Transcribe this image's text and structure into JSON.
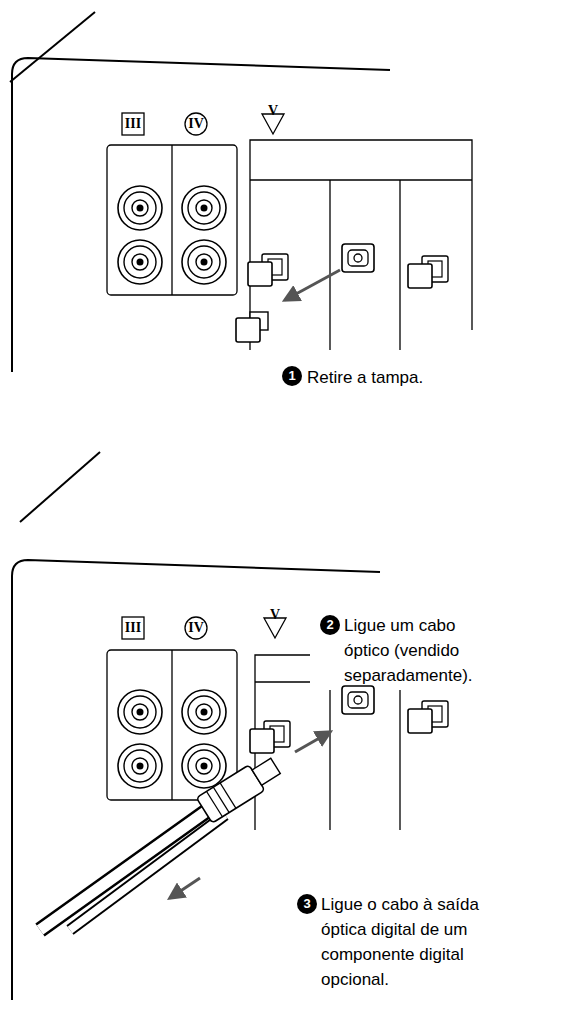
{
  "diagram": {
    "labels": [
      "III",
      "IV",
      "V",
      "1",
      "Retire a tampa.",
      "III",
      "IV",
      "V",
      "2",
      "Ligue um cabo óptico (vendido separadamente).",
      "3",
      "Ligue o cabo à saída óptica digital de um componente digital opcional."
    ]
  }
}
